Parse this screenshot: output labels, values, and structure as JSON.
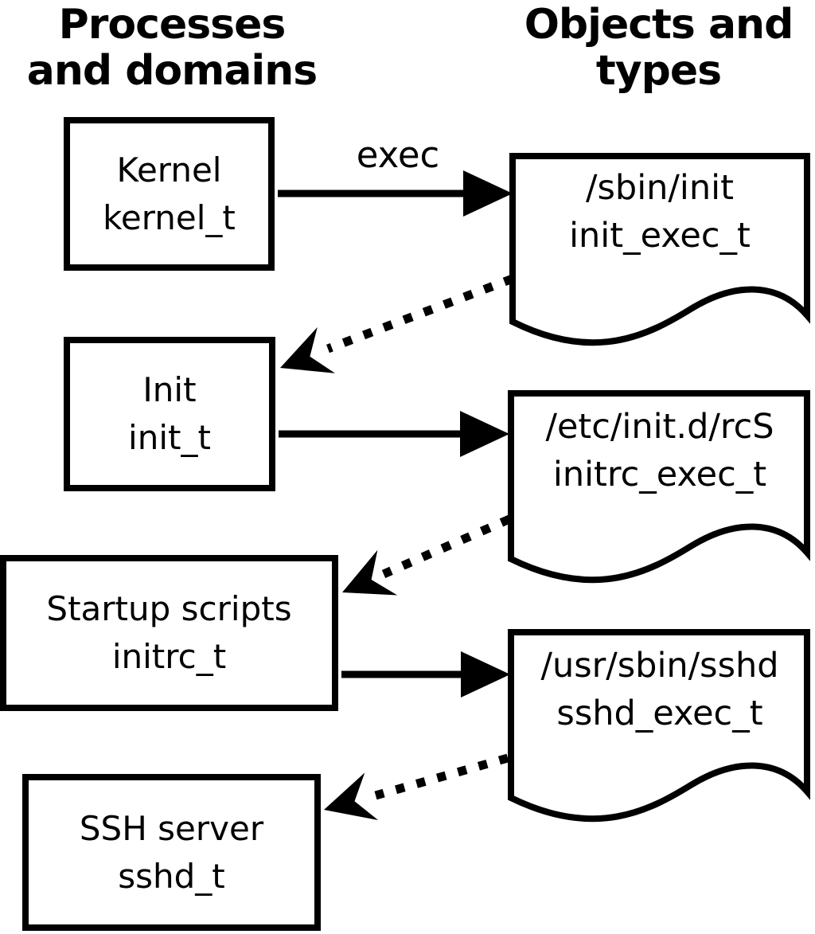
{
  "headers": {
    "left": "Processes\nand domains",
    "right": "Objects and\ntypes"
  },
  "processes": [
    {
      "name": "Kernel",
      "type": "kernel_t"
    },
    {
      "name": "Init",
      "type": "init_t"
    },
    {
      "name": "Startup scripts",
      "type": "initrc_t"
    },
    {
      "name": "SSH server",
      "type": "sshd_t"
    }
  ],
  "objects": [
    {
      "path": "/sbin/init",
      "type": "init_exec_t"
    },
    {
      "path": "/etc/init.d/rcS",
      "type": "initrc_exec_t"
    },
    {
      "path": "/usr/sbin/sshd",
      "type": "sshd_exec_t"
    }
  ],
  "transitions": [
    {
      "from": "kernel_t",
      "to": "init_exec_t",
      "label": "exec",
      "style": "solid"
    },
    {
      "from": "init_exec_t",
      "to": "init_t",
      "label": "",
      "style": "dotted"
    },
    {
      "from": "init_t",
      "to": "initrc_exec_t",
      "label": "",
      "style": "solid"
    },
    {
      "from": "initrc_exec_t",
      "to": "initrc_t",
      "label": "",
      "style": "dotted"
    },
    {
      "from": "initrc_t",
      "to": "sshd_exec_t",
      "label": "",
      "style": "solid"
    },
    {
      "from": "sshd_exec_t",
      "to": "sshd_t",
      "label": "",
      "style": "dotted"
    }
  ],
  "colors": {
    "foreground": "#000000",
    "background": "#ffffff"
  }
}
